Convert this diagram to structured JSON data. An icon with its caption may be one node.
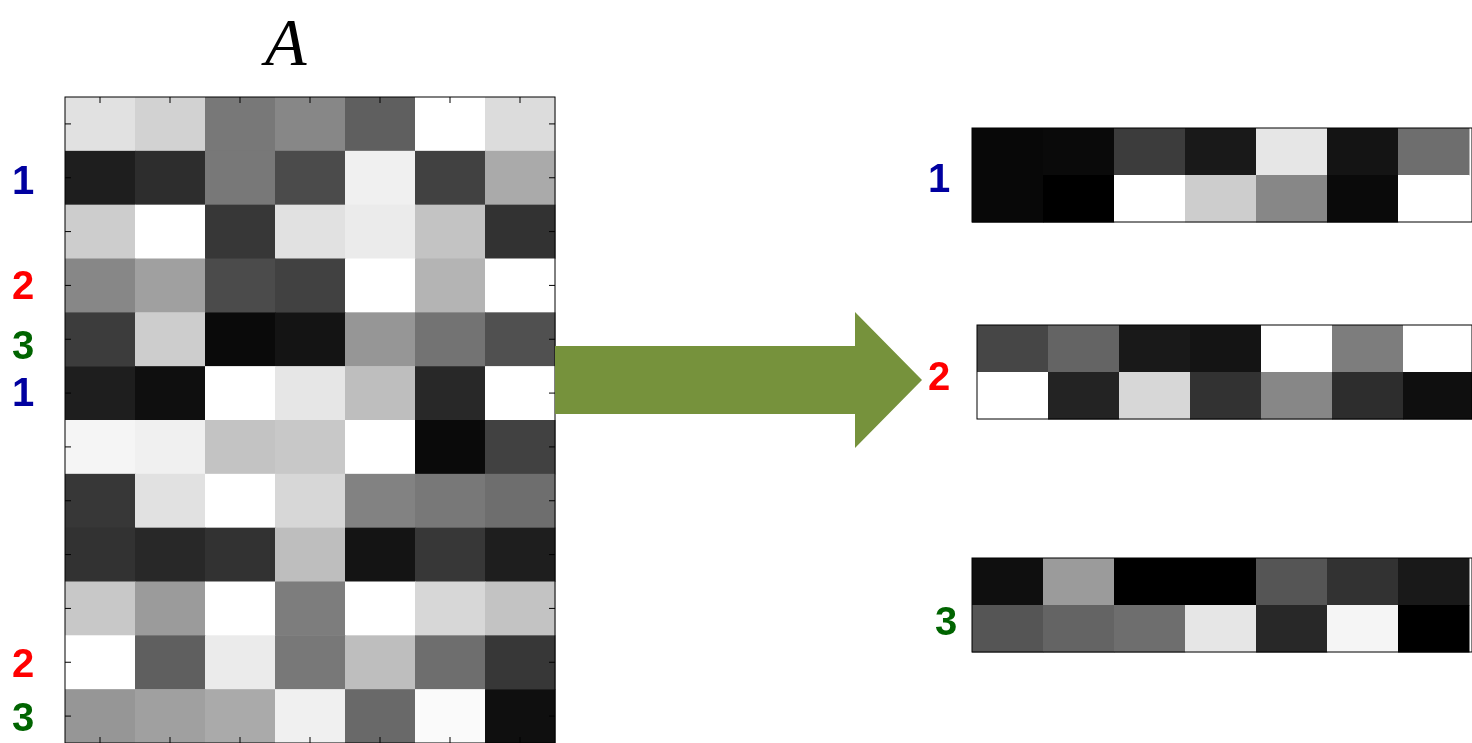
{
  "diagram": {
    "nodes": [
      {
        "text": [
          "A"
        ],
        "beside": [
          "1",
          "2",
          "3",
          "1",
          "2",
          "3"
        ]
      },
      {
        "text": [],
        "shape": "box",
        "beside": [
          "1",
          "2",
          "3"
        ]
      }
    ],
    "edges": [
      {
        "from": 0,
        "to": 1,
        "arrow": "to"
      }
    ]
  }
}
